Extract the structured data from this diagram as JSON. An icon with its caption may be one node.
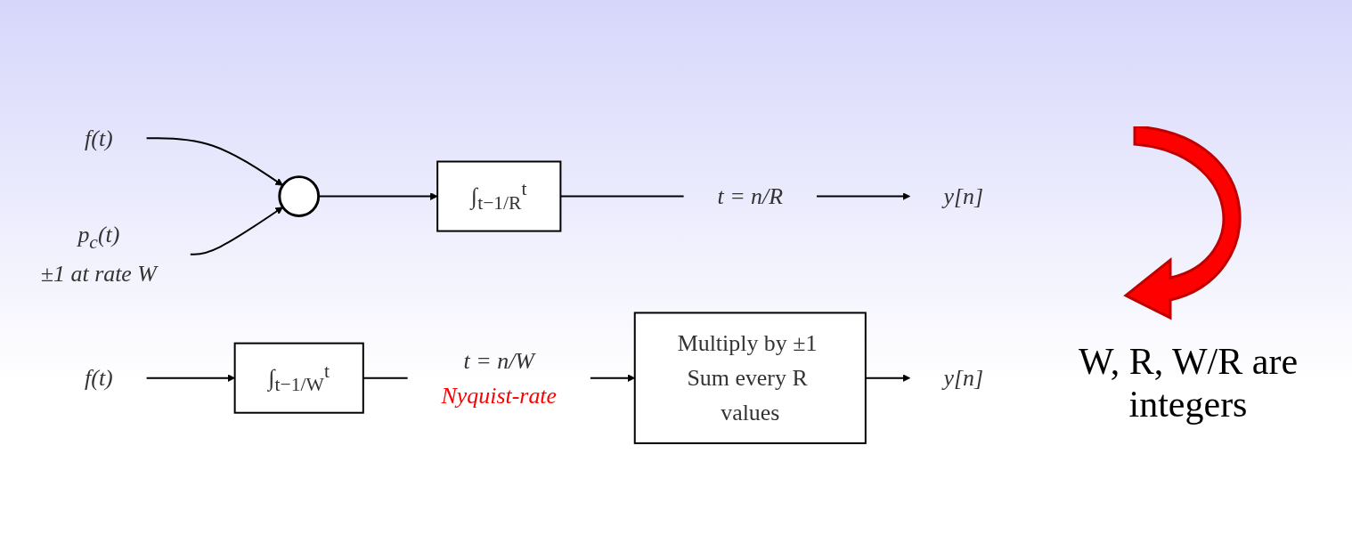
{
  "diagram": {
    "nodes": [
      {
        "text": [
          "f(t)"
        ]
      },
      {
        "text": [],
        "shape": "circle"
      },
      {
        "text": [
          "∫$_{t−1/R}$$^{t}$"
        ]
      },
      {
        "text": [
          "t = n/R"
        ]
      },
      {
        "text": [
          "y[n]"
        ]
      },
      {
        "text": [
          "p$_{c}$(t)"
        ],
        "beside": [
          "±1 at rate W"
        ]
      },
      {
        "text": [
          "f(t)"
        ]
      },
      {
        "text": [
          "∫$_{t−1/W}$$^{t}$"
        ]
      },
      {
        "text": [
          "t = n/W"
        ],
        "beside": [
          "Nyquist-rate"
        ]
      },
      {
        "text": [
          "Multiply by ±1 Sum every R values"
        ]
      },
      {
        "text": [
          "y[n]"
        ]
      }
    ],
    "edges": [
      {
        "from": 0,
        "to": 1,
        "arrow": "to"
      },
      {
        "from": 5,
        "to": 1,
        "arrow": "to"
      },
      {
        "from": 1,
        "to": 2,
        "arrow": "to"
      },
      {
        "from": 2,
        "to": 3,
        "arrow": "none"
      },
      {
        "from": 3,
        "to": 4,
        "arrow": "to"
      },
      {
        "from": 6,
        "to": 7,
        "arrow": "to"
      },
      {
        "from": 7,
        "to": 8,
        "arrow": "none"
      },
      {
        "from": 8,
        "to": 9,
        "arrow": "to"
      },
      {
        "from": 9,
        "to": 10,
        "arrow": "to"
      }
    ],
    "labels": [
      "W, R, W/R are integers"
    ]
  }
}
